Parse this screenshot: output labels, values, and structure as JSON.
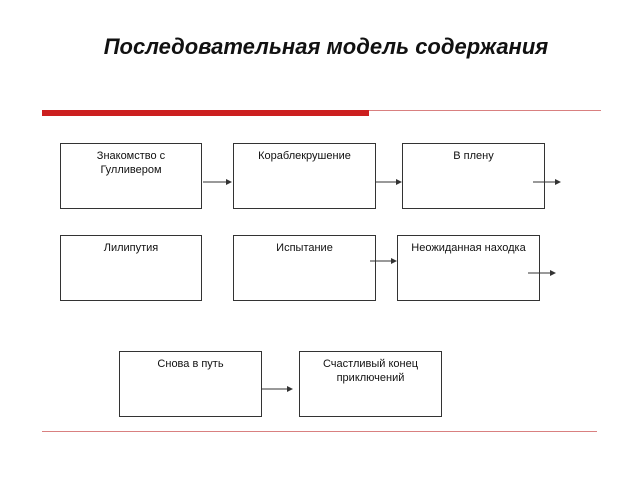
{
  "title": "Последовательная модель содержания",
  "boxes": [
    {
      "id": "meeting",
      "label": "Знакомство с Гулливером"
    },
    {
      "id": "shipwreck",
      "label": "Кораблекрушение"
    },
    {
      "id": "captivity",
      "label": "В плену"
    },
    {
      "id": "lilliput",
      "label": "Лилипутия"
    },
    {
      "id": "trial",
      "label": "Испытание"
    },
    {
      "id": "unexpected-find",
      "label": "Неожиданная находка"
    },
    {
      "id": "on-the-road-again",
      "label": "Снова в путь"
    },
    {
      "id": "happy-end",
      "label": "Счастливый конец приключений"
    }
  ],
  "colors": {
    "accent": "#cc1f1f",
    "accent_light": "#d98080",
    "line": "#333333"
  }
}
